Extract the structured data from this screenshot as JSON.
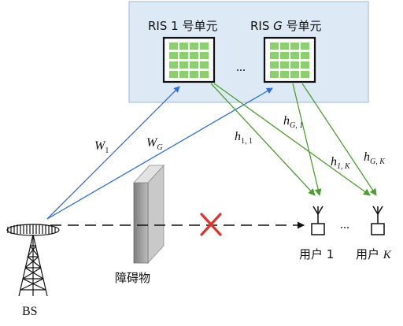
{
  "ris_panel": {
    "unit1_label": "RIS 1 号单元",
    "unitG_label_prefix": "RIS ",
    "unitG_label_var": "G",
    "unitG_label_suffix": " 号单元",
    "dots": "...",
    "panel_color": "#dde9f5",
    "panel_border": "#9fb6cf",
    "tile_color": "#8ccf6e"
  },
  "links": {
    "W1_base": "W",
    "W1_sub": "1",
    "WG_base": "W",
    "WG_sub": "G",
    "h11_base": "h",
    "h11_sub": "1, 1",
    "hG1_base": "h",
    "hG1_sub": "G, 1",
    "h1K_base": "h",
    "h1K_sub": "1, K",
    "hGK_base": "h",
    "hGK_sub": "G, K",
    "blue_color": "#2f6fd6",
    "green_color": "#4c9e2f",
    "blocked_color": "#e0312b"
  },
  "users": {
    "user1_label": "用户 1",
    "userK_prefix": "用户 ",
    "userK_var": "K",
    "dots": "..."
  },
  "obstacle": {
    "label": "障碍物"
  },
  "bs": {
    "label": "BS"
  }
}
